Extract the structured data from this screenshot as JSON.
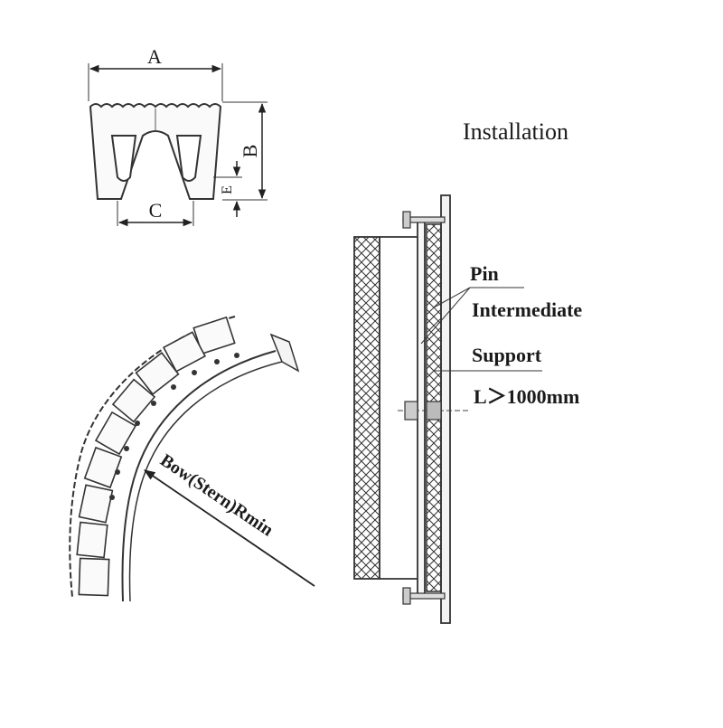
{
  "dimension_labels": {
    "a": "A",
    "b": "B",
    "c": "C",
    "e": "E"
  },
  "installation": {
    "title": "Installation",
    "pin": "Pin",
    "intermediate": "Intermediate",
    "support": "Support",
    "length": "L＞1000mm"
  },
  "curve": {
    "radius_label": "Bow(Stern)Rmin"
  }
}
